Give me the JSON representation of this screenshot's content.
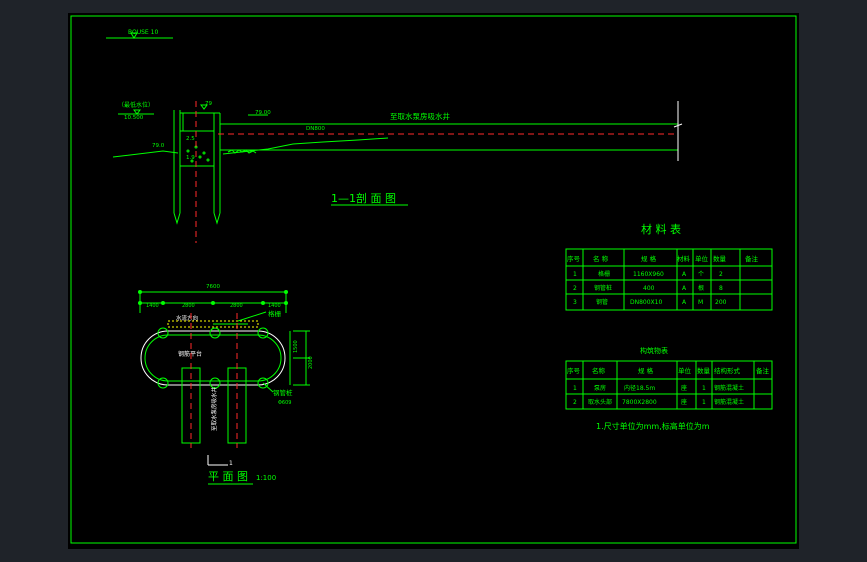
{
  "section": {
    "note_top": "BOUSE 10",
    "water_level_label": "（最低水位）",
    "water_level_value": "10.500",
    "elev_left": "79.0",
    "elev_top": "79",
    "elev_right": "79.00",
    "pipe_label": "DN800",
    "pipe_dest": "至取水泵房吸水井",
    "h1": "2.5",
    "h2": "1.9",
    "title": "1—1剖 面 图"
  },
  "plan": {
    "overall_dim": "7600",
    "dims": [
      "1400",
      "2800",
      "2800",
      "1400"
    ],
    "v_dims": [
      "1500",
      "2000"
    ],
    "label_top": "格栅",
    "label_water": "水流方向",
    "label_platform": "钢筋平台",
    "label_pipe": "至取水泵房吸水井",
    "label_post": "钢管桩",
    "label_post_size": "Φ609",
    "section_mark": "1",
    "title": "平 面 图",
    "scale": "1:100"
  },
  "materials": {
    "title": "材 料 表",
    "headers": [
      "序号",
      "名 称",
      "规 格",
      "材料",
      "单位",
      "数量",
      "备注"
    ],
    "rows": [
      [
        "1",
        "格栅",
        "1160X960",
        "A",
        "个",
        "2",
        ""
      ],
      [
        "2",
        "钢管桩",
        "400",
        "A",
        "根",
        "8",
        ""
      ],
      [
        "3",
        "钢管",
        "DN800X10",
        "A",
        "M",
        "200",
        ""
      ]
    ]
  },
  "structures": {
    "title": "构筑物表",
    "headers": [
      "序号",
      "名称",
      "规 格",
      "单位",
      "数量",
      "结构形式",
      "备注"
    ],
    "rows": [
      [
        "1",
        "泵房",
        "内径18.5m",
        "座",
        "1",
        "钢筋混凝土",
        ""
      ],
      [
        "2",
        "取水头部",
        "7800X2800",
        "座",
        "1",
        "钢筋混凝土",
        ""
      ]
    ]
  },
  "note": "1.尺寸单位为mm,标高单位为m"
}
